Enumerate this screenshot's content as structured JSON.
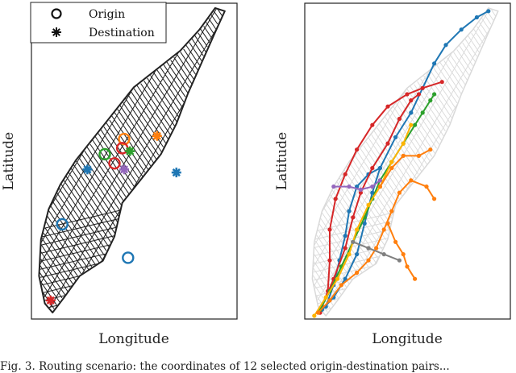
{
  "left_panel": {
    "xlabel": "Longitude",
    "ylabel": "Latitude",
    "legend": {
      "origin_label": "Origin",
      "destination_label": "Destination"
    },
    "markers": [
      {
        "kind": "origin",
        "color": "#1f77b4",
        "lon": 0.47,
        "lat": 0.18
      },
      {
        "kind": "destination",
        "color": "#1f77b4",
        "lon": 0.72,
        "lat": 0.46
      },
      {
        "kind": "origin",
        "color": "#1f77b4",
        "lon": 0.13,
        "lat": 0.29
      },
      {
        "kind": "destination",
        "color": "#d62728",
        "lon": 0.07,
        "lat": 0.04
      },
      {
        "kind": "origin",
        "color": "#d62728",
        "lon": 0.4,
        "lat": 0.49
      },
      {
        "kind": "destination",
        "color": "#9467bd",
        "lon": 0.45,
        "lat": 0.47
      },
      {
        "kind": "origin",
        "color": "#2ca02c",
        "lon": 0.35,
        "lat": 0.52
      },
      {
        "kind": "destination",
        "color": "#ff7f0e",
        "lon": 0.62,
        "lat": 0.58
      },
      {
        "kind": "origin",
        "color": "#ff7f0e",
        "lon": 0.45,
        "lat": 0.57
      },
      {
        "kind": "destination",
        "color": "#1f77b4",
        "lon": 0.26,
        "lat": 0.47
      },
      {
        "kind": "origin",
        "color": "#d62728",
        "lon": 0.44,
        "lat": 0.54
      },
      {
        "kind": "destination",
        "color": "#2ca02c",
        "lon": 0.48,
        "lat": 0.53
      }
    ]
  },
  "right_panel": {
    "xlabel": "Longitude",
    "ylabel": "Latitude",
    "routes": [
      {
        "color": "#1f77b4",
        "points": [
          [
            0.06,
            0.02
          ],
          [
            0.12,
            0.06
          ],
          [
            0.18,
            0.12
          ],
          [
            0.24,
            0.2
          ],
          [
            0.28,
            0.3
          ],
          [
            0.32,
            0.4
          ],
          [
            0.36,
            0.48
          ],
          [
            0.44,
            0.58
          ],
          [
            0.52,
            0.66
          ],
          [
            0.58,
            0.74
          ],
          [
            0.64,
            0.82
          ],
          [
            0.7,
            0.88
          ],
          [
            0.78,
            0.93
          ],
          [
            0.86,
            0.97
          ],
          [
            0.92,
            0.99
          ]
        ]
      },
      {
        "color": "#1f77b4",
        "points": [
          [
            0.08,
            0.03
          ],
          [
            0.12,
            0.1
          ],
          [
            0.15,
            0.18
          ],
          [
            0.18,
            0.26
          ],
          [
            0.2,
            0.34
          ],
          [
            0.24,
            0.42
          ],
          [
            0.3,
            0.46
          ],
          [
            0.36,
            0.48
          ]
        ]
      },
      {
        "color": "#d62728",
        "points": [
          [
            0.05,
            0.01
          ],
          [
            0.09,
            0.08
          ],
          [
            0.1,
            0.18
          ],
          [
            0.1,
            0.28
          ],
          [
            0.13,
            0.38
          ],
          [
            0.18,
            0.46
          ],
          [
            0.24,
            0.54
          ],
          [
            0.32,
            0.62
          ],
          [
            0.4,
            0.68
          ],
          [
            0.5,
            0.72
          ],
          [
            0.58,
            0.74
          ],
          [
            0.68,
            0.76
          ]
        ]
      },
      {
        "color": "#d62728",
        "points": [
          [
            0.06,
            0.03
          ],
          [
            0.12,
            0.12
          ],
          [
            0.18,
            0.22
          ],
          [
            0.22,
            0.32
          ],
          [
            0.26,
            0.4
          ],
          [
            0.32,
            0.48
          ],
          [
            0.4,
            0.56
          ],
          [
            0.46,
            0.64
          ],
          [
            0.52,
            0.7
          ],
          [
            0.56,
            0.72
          ]
        ]
      },
      {
        "color": "#2ca02c",
        "points": [
          [
            0.05,
            0.02
          ],
          [
            0.1,
            0.08
          ],
          [
            0.16,
            0.16
          ],
          [
            0.22,
            0.24
          ],
          [
            0.28,
            0.32
          ],
          [
            0.32,
            0.38
          ],
          [
            0.36,
            0.44
          ],
          [
            0.42,
            0.5
          ],
          [
            0.48,
            0.56
          ],
          [
            0.54,
            0.62
          ],
          [
            0.58,
            0.66
          ],
          [
            0.62,
            0.7
          ],
          [
            0.64,
            0.72
          ]
        ]
      },
      {
        "color": "#ffb400",
        "points": [
          [
            0.02,
            0.0
          ],
          [
            0.08,
            0.06
          ],
          [
            0.14,
            0.12
          ],
          [
            0.2,
            0.2
          ],
          [
            0.24,
            0.28
          ],
          [
            0.3,
            0.36
          ],
          [
            0.36,
            0.42
          ],
          [
            0.42,
            0.5
          ],
          [
            0.48,
            0.56
          ],
          [
            0.52,
            0.62
          ]
        ]
      },
      {
        "color": "#ff7f0e",
        "points": [
          [
            0.04,
            0.01
          ],
          [
            0.1,
            0.05
          ],
          [
            0.16,
            0.1
          ],
          [
            0.24,
            0.14
          ],
          [
            0.3,
            0.18
          ],
          [
            0.34,
            0.22
          ],
          [
            0.38,
            0.28
          ],
          [
            0.42,
            0.34
          ],
          [
            0.46,
            0.4
          ],
          [
            0.52,
            0.44
          ],
          [
            0.6,
            0.42
          ],
          [
            0.64,
            0.38
          ]
        ]
      },
      {
        "color": "#ff7f0e",
        "points": [
          [
            0.36,
            0.42
          ],
          [
            0.42,
            0.48
          ],
          [
            0.48,
            0.52
          ],
          [
            0.56,
            0.52
          ],
          [
            0.62,
            0.54
          ]
        ]
      },
      {
        "color": "#ff7f0e",
        "points": [
          [
            0.4,
            0.3
          ],
          [
            0.44,
            0.24
          ],
          [
            0.48,
            0.2
          ],
          [
            0.5,
            0.16
          ],
          [
            0.54,
            0.12
          ]
        ]
      },
      {
        "color": "#9467bd",
        "points": [
          [
            0.12,
            0.42
          ],
          [
            0.2,
            0.42
          ],
          [
            0.26,
            0.41
          ],
          [
            0.32,
            0.42
          ],
          [
            0.36,
            0.44
          ]
        ]
      },
      {
        "color": "#7f7f7f",
        "points": [
          [
            0.22,
            0.24
          ],
          [
            0.3,
            0.22
          ],
          [
            0.38,
            0.2
          ],
          [
            0.46,
            0.18
          ]
        ]
      }
    ]
  },
  "caption": "Fig. 3.   Routing scenario: the coordinates of 12 selected origin-destination pairs..."
}
